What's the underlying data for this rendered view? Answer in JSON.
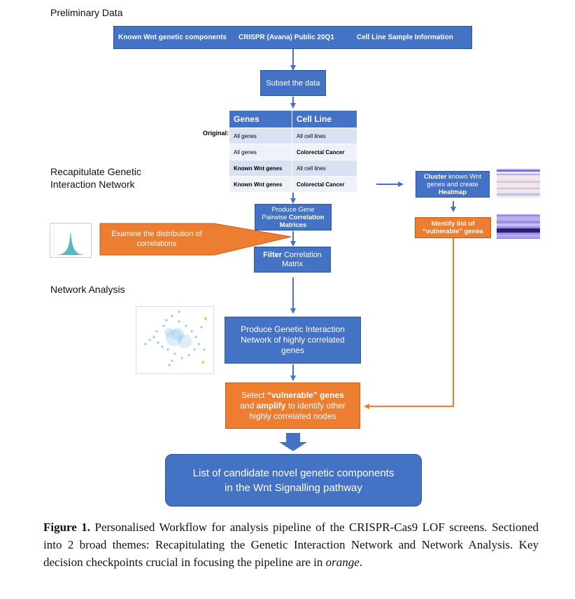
{
  "sections": {
    "preliminary": "Preliminary Data",
    "recapitulate_line1": "Recapitulate Genetic",
    "recapitulate_line2": "Interaction Network",
    "network": "Network Analysis"
  },
  "header_bar": {
    "item1": "Known Wnt genetic components",
    "item2": "CRISPR (Avana) Public 20Q1",
    "item3": "Cell Line Sample Information"
  },
  "subset": "Subset the data",
  "table": {
    "col1": "Genes",
    "col2": "Cell Line",
    "row_label": "Original:",
    "rows": [
      {
        "genes": "All genes",
        "cell": "All cell lines"
      },
      {
        "genes": "All genes",
        "cell": "Colorectal Cancer"
      },
      {
        "genes": "Known Wnt genes",
        "cell": "All cell lines"
      },
      {
        "genes": "Known Wnt genes",
        "cell": "Colorectal Cancer"
      }
    ]
  },
  "correlation": {
    "pre": "Produce Gene",
    "mid": "Pairwise ",
    "bold1": "Correlation",
    "bold2": "Matrices"
  },
  "examine": {
    "line1": "Examine the distribution of",
    "line2": "correlations"
  },
  "filter": {
    "bold": "Filter",
    "rest": " Correlation",
    "line2": "Matrix"
  },
  "cluster": {
    "bold": "Cluster",
    "rest": " known Wnt",
    "line2": "genes and create",
    "bold2": "Heatmap"
  },
  "identify": {
    "line1": "Identify list of",
    "line2": "“vulnerable” genes"
  },
  "produce_network": {
    "line1": "Produce Genetic Interaction",
    "line2": "Network of highly correlated",
    "line3": "genes"
  },
  "select": {
    "pre": "Select ",
    "bold1": "“vulnerable” genes",
    "and": "and ",
    "bold2": "amplify",
    "rest": "  to identify other",
    "line3": "highly correlated nodes"
  },
  "final": {
    "line1": "List of candidate novel genetic components",
    "line2": "in the Wnt Signalling pathway"
  },
  "caption": {
    "label": "Figure 1.",
    "text": " Personalised Workflow for analysis pipeline of the CRISPR-Cas9 LOF screens. Sectioned into 2 broad themes: Recapitulating the Genetic Interaction Network and Network Analysis. Key decision checkpoints crucial in focusing the pipeline are in ",
    "emph": "orange",
    "end": "."
  },
  "colors": {
    "blue": "#4472c4",
    "orange": "#ed7d31"
  }
}
